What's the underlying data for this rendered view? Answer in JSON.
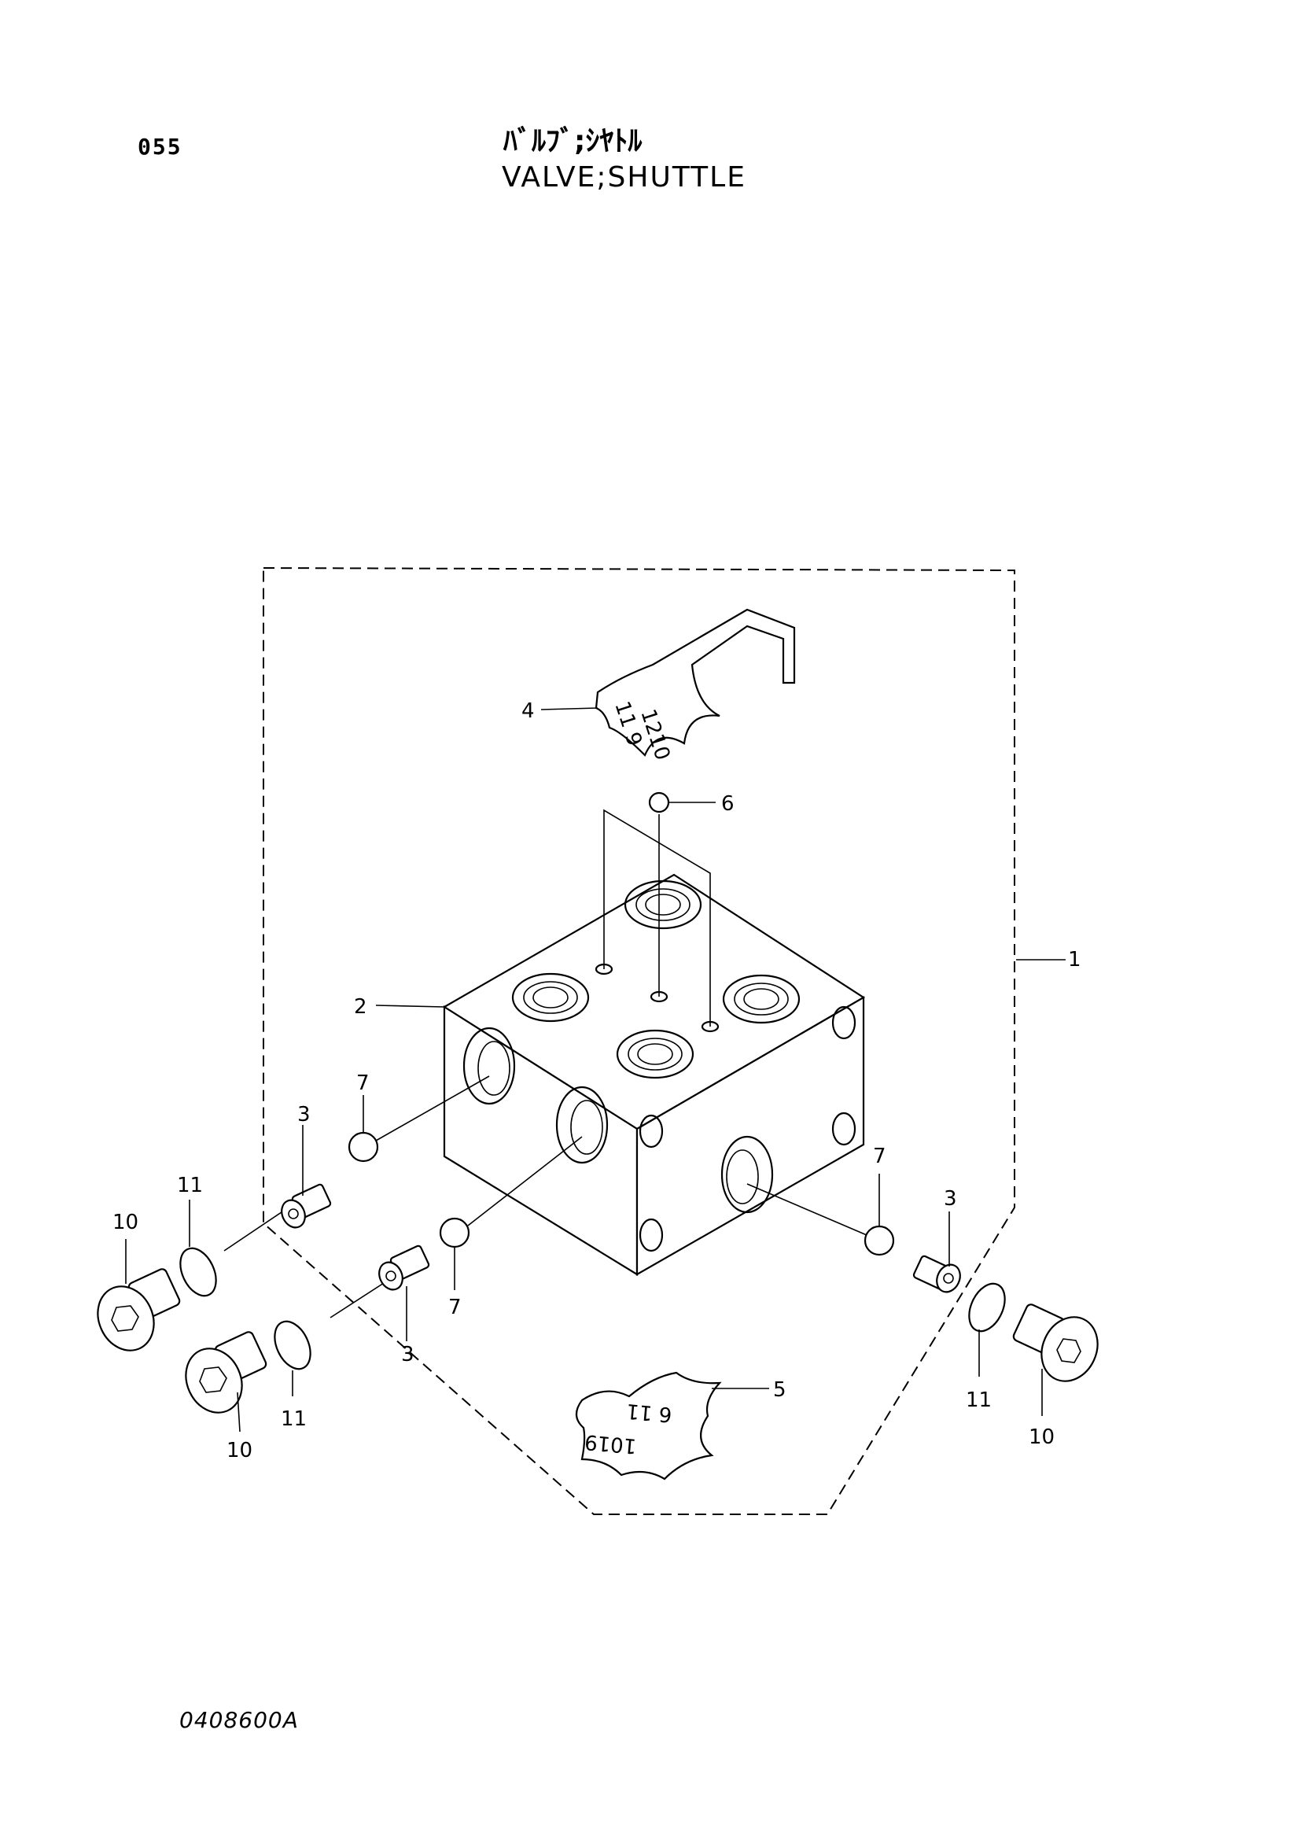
{
  "header": {
    "page_number": "055",
    "title_jp": "ﾊﾞﾙﾌﾞ;ｼﾔﾄﾙ",
    "title_en": "VALVE;SHUTTLE"
  },
  "footer": {
    "drawing_code": "0408600A"
  },
  "callouts": {
    "c1": "1",
    "c2": "2",
    "c3a": "3",
    "c3b": "3",
    "c3c": "3",
    "c4": "4",
    "c5": "5",
    "c6": "6",
    "c7a": "7",
    "c7b": "7",
    "c7c": "7",
    "c10a": "10",
    "c10b": "10",
    "c10c": "10",
    "c11a": "11",
    "c11b": "11",
    "c11c": "11"
  },
  "plate_marks": {
    "top": [
      "1210",
      "11 9"
    ],
    "bottom": [
      "1019",
      "6 11"
    ]
  }
}
